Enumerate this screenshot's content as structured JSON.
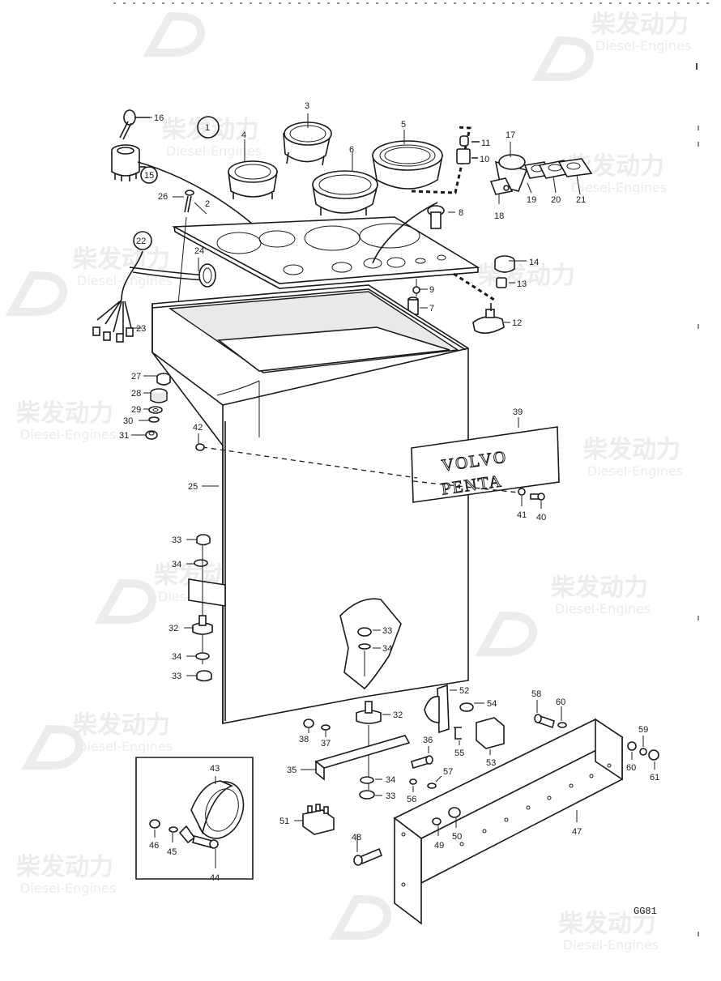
{
  "watermark": {
    "brand": "柴发动力",
    "subtitle": "Diesel-Engines"
  },
  "nameplate": {
    "line1": "VOLVO",
    "line2": "PENTA"
  },
  "drawing_code": "GG81",
  "callouts": {
    "c1": "1",
    "c2": "2",
    "c3": "3",
    "c4": "4",
    "c5": "5",
    "c6": "6",
    "c7": "7",
    "c8": "8",
    "c9": "9",
    "c10": "10",
    "c11": "11",
    "c12": "12",
    "c13": "13",
    "c14": "14",
    "c15": "15",
    "c16": "16",
    "c17": "17",
    "c18": "18",
    "c19": "19",
    "c20": "20",
    "c21": "21",
    "c22": "22",
    "c23": "23",
    "c24": "24",
    "c25": "25",
    "c26": "26",
    "c27": "27",
    "c28": "28",
    "c29": "29",
    "c30": "30",
    "c31": "31",
    "c32": "32",
    "c33": "33",
    "c34": "34",
    "c35": "35",
    "c36": "36",
    "c37": "37",
    "c38": "38",
    "c39": "39",
    "c40": "40",
    "c41": "41",
    "c42": "42",
    "c43": "43",
    "c44": "44",
    "c45": "45",
    "c46": "46",
    "c47": "47",
    "c48": "48",
    "c49": "49",
    "c50": "50",
    "c51": "51",
    "c52": "52",
    "c53": "53",
    "c54": "54",
    "c55": "55",
    "c56": "56",
    "c57": "57",
    "c58": "58",
    "c59": "59",
    "c60": "60",
    "c61": "61"
  }
}
